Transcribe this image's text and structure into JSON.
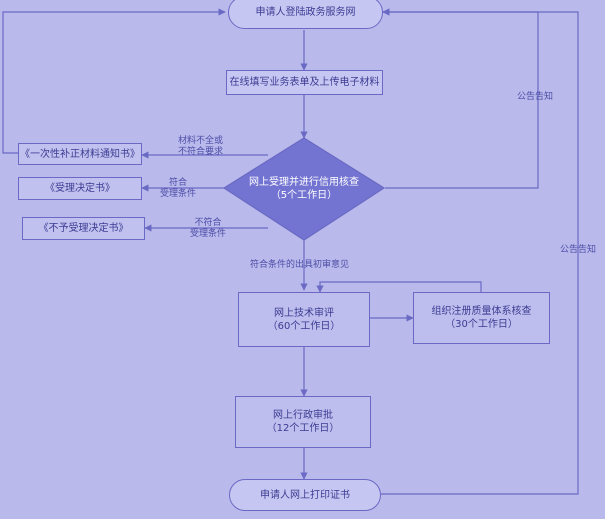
{
  "nodes": {
    "start": "申请人登陆政务服务网",
    "fill": "在线填写业务表单及上传电子材料",
    "review_line1": "网上受理并进行信用核查",
    "review_line2": "（5个工作日）",
    "supplement": "《一次性补正材料通知书》",
    "accept": "《受理决定书》",
    "reject": "《不予受理决定书》",
    "tech_line1": "网上技术审评",
    "tech_line2": "（60个工作日）",
    "quality_line1": "组织注册质量体系核查",
    "quality_line2": "（30个工作日）",
    "admin_line1": "网上行政审批",
    "admin_line2": "（12个工作日）",
    "end": "申请人网上打印证书"
  },
  "edge_labels": {
    "incomplete_line1": "材料不全或",
    "incomplete_line2": "不符合要求",
    "meets_line1": "符合",
    "meets_line2": "受理条件",
    "notmeet_line1": "不符合",
    "notmeet_line2": "受理条件",
    "initial_opinion": "符合条件的出具初审意见",
    "notice_upper": "公告告知",
    "notice_right": "公告告知"
  },
  "colors": {
    "background": "#b9b9ec",
    "line": "#6a6ac4",
    "box_fill": "#c6c6f2",
    "text": "#3c3c92"
  }
}
